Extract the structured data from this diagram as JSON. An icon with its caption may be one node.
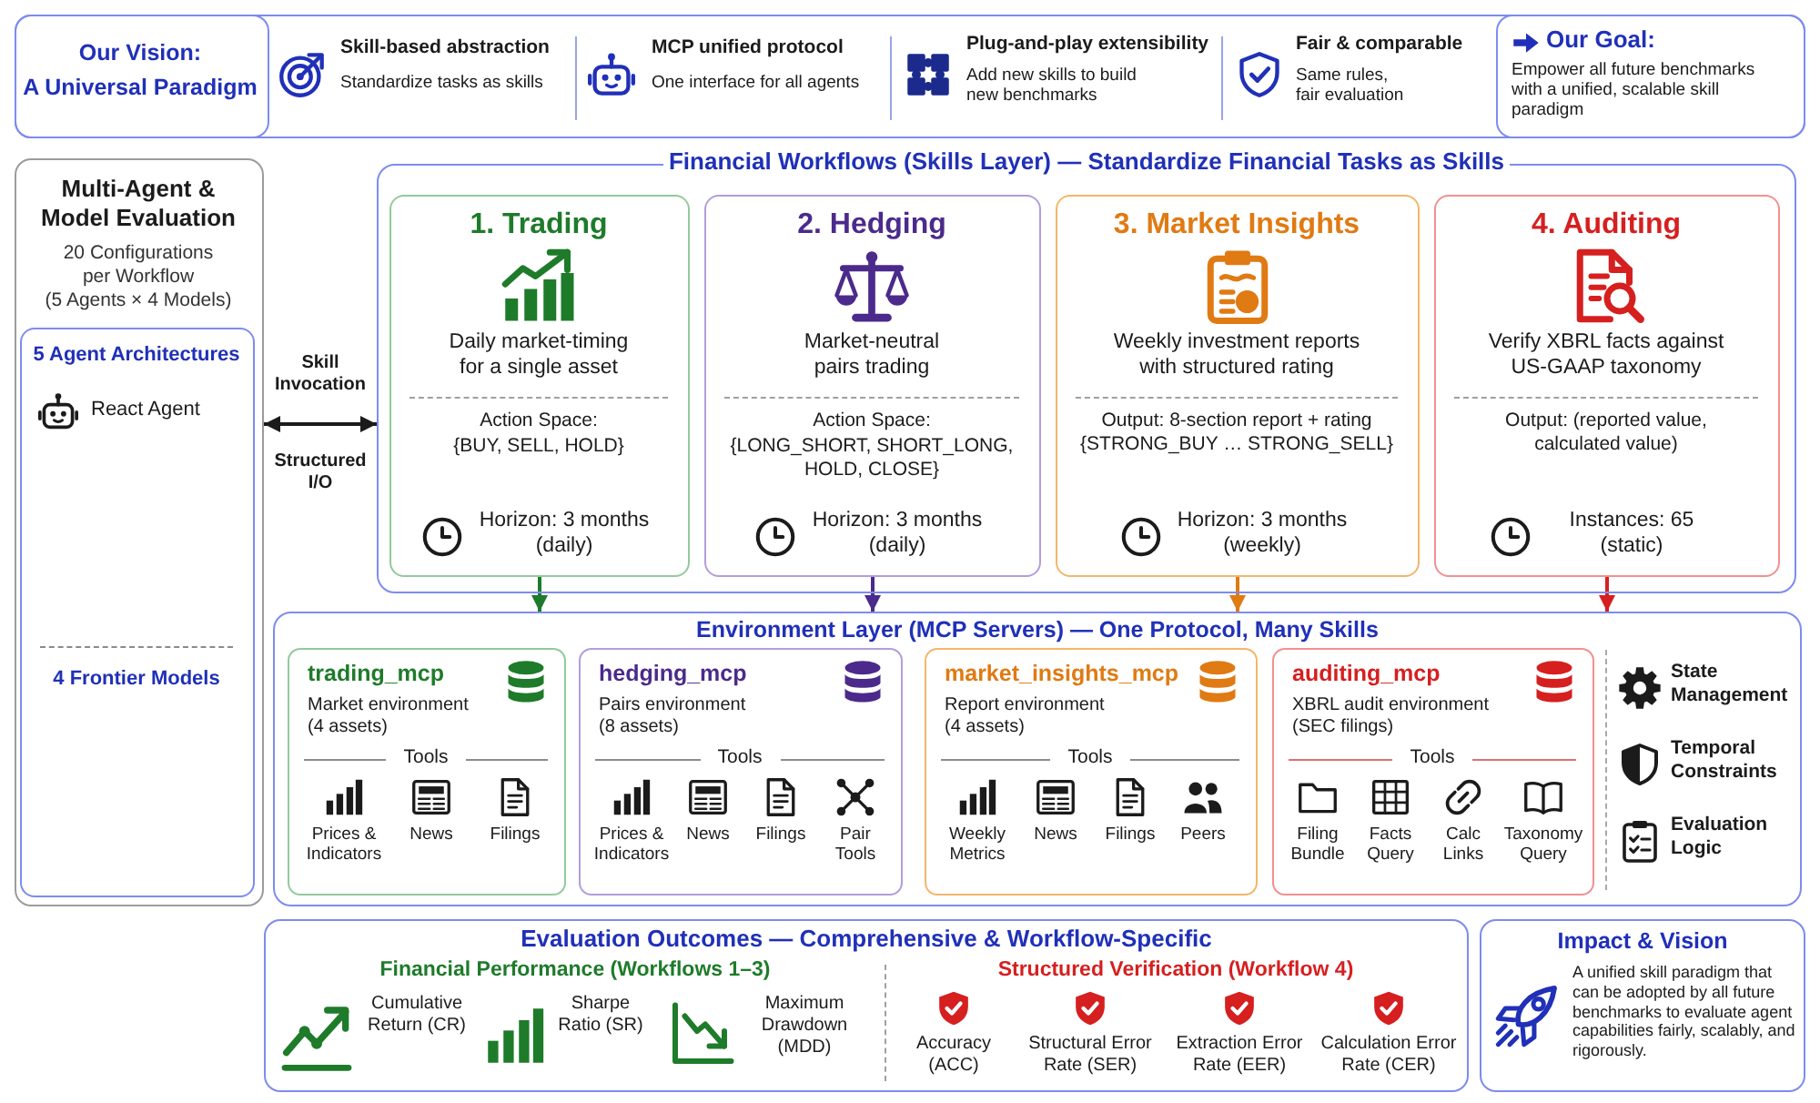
{
  "diagram": {
    "nodes": [
      {
        "text": [],
        "shape": "box"
      },
      {
        "text": [
          "Our Vision:",
          "A Universal Paradigm"
        ],
        "in": 0
      },
      {
        "text": [
          "Our Goal:",
          "Empower all future benchmarks with a unified, scalable skill paradigm"
        ],
        "in": 0
      },
      {
        "text": [
          "Multi-Agent & Model Evaluation",
          "20 Configurations per Workflow",
          "(5 Agents × 4 Models)"
        ]
      },
      {
        "text": [
          "5 Agent Architectures",
          "React Agent",
          "4 Frontier Models"
        ],
        "in": 3
      },
      {
        "text": [
          "Financial Workflows (Skills Layer) — Standardize Financial Tasks as Skills"
        ]
      },
      {
        "text": [
          "1. Trading",
          "Daily market-timing for a single asset",
          "Action Space:",
          "{BUY, SELL, HOLD}",
          "Horizon: 3 months (daily)"
        ],
        "in": 5
      },
      {
        "text": [
          "2. Hedging",
          "Market-neutral pairs trading",
          "Action Space:",
          "{LONG_SHORT, SHORT_LONG, HOLD, CLOSE}",
          "Horizon: 3 months (daily)"
        ],
        "in": 5
      },
      {
        "text": [
          "3. Market Insights",
          "Weekly investment reports with structured rating",
          "Output: 8-section report + rating {STRONG_BUY … STRONG_SELL}",
          "Horizon: 3 months (weekly)"
        ],
        "in": 5
      },
      {
        "text": [
          "4. Auditing",
          "Verify XBRL facts against US-GAAP taxonomy",
          "Output: (reported value, calculated value)",
          "Instances: 65 (static)"
        ],
        "in": 5
      },
      {
        "text": [
          "Environment Layer (MCP Servers) — One Protocol, Many Skills"
        ]
      },
      {
        "text": [
          "trading_mcp",
          "Market environment (4 assets)",
          "Tools",
          "Prices & Indicators",
          "News",
          "Filings"
        ],
        "in": 10
      },
      {
        "text": [
          "hedging_mcp",
          "Pairs environment (8 assets)",
          "Tools",
          "Prices & Indicators",
          "News",
          "Filings",
          "Pair Tools"
        ],
        "in": 10
      },
      {
        "text": [
          "market_insights_mcp",
          "Report environment (4 assets)",
          "Tools",
          "Weekly Metrics",
          "News",
          "Filings",
          "Peers"
        ],
        "in": 10
      },
      {
        "text": [
          "auditing_mcp",
          "XBRL audit environment (SEC filings)",
          "Tools",
          "Filing Bundle",
          "Facts Query",
          "Calc Links",
          "Taxonomy Query"
        ],
        "in": 10
      },
      {
        "text": [
          "Evaluation Outcomes — Comprehensive & Workflow-Specific",
          "Financial Performance (Workflows 1–3)",
          "Cumulative Return (CR)",
          "Sharpe Ratio (SR)",
          "Maximum Drawdown (MDD)",
          "Structured Verification (Workflow 4)",
          "Accuracy (ACC)",
          "Structural Error Rate (SER)",
          "Extraction Error Rate (EER)",
          "Calculation Error Rate (CER)"
        ]
      },
      {
        "text": [
          "Impact & Vision",
          "A unified skill paradigm that can be adopted by all future benchmarks to evaluate agent capabilities fairly, scalably, and rigorously."
        ]
      }
    ],
    "edges": [
      {
        "from": 3,
        "to": 5,
        "arrow": "both",
        "label": "Skill Invocation"
      },
      {
        "from": 6,
        "to": 10,
        "arrow": "to",
        "color": "#1e7b2a"
      },
      {
        "from": 7,
        "to": 10,
        "arrow": "to",
        "color": "#4b2a8c"
      },
      {
        "from": 8,
        "to": 10,
        "arrow": "to",
        "color": "#e07a12"
      },
      {
        "from": 9,
        "to": 10,
        "arrow": "to",
        "color": "#d61f1f"
      }
    ],
    "labels": [
      "Skill-based abstraction",
      "Standardize tasks as skills",
      "MCP unified protocol",
      "One interface for all agents",
      "Plug-and-play extensibility",
      "Add new skills to build new benchmarks",
      "Fair & comparable",
      "Same rules, fair evaluation",
      "Structured I/O",
      "State Management",
      "Temporal Constraints",
      "Evaluation Logic"
    ]
  }
}
